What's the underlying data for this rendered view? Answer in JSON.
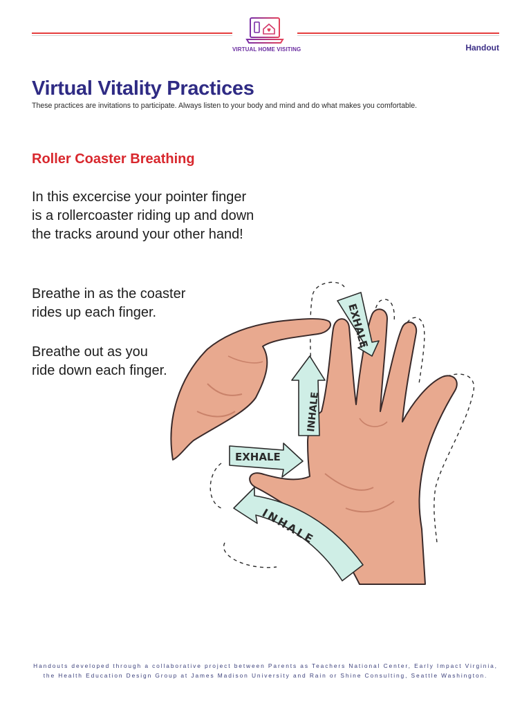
{
  "header": {
    "logo_text": "VIRTUAL HOME VISITING",
    "handout_label": "Handout"
  },
  "main": {
    "title": "Virtual Vitality Practices",
    "subtitle": "These practices are invitations to participate. Always listen to your body and mind and do what makes you comfortable.",
    "section_heading": "Roller Coaster Breathing",
    "paragraphs": [
      "In this excercise your pointer finger is a rollercoaster riding up and down the tracks around your other hand!",
      "Breathe in as the coaster rides up each finger.",
      "Breathe out as you ride down each finger."
    ]
  },
  "illustration": {
    "arrow_labels": [
      "EXHALE",
      "INHALE",
      "EXHALE",
      "INHALE"
    ],
    "colors": {
      "skin": "#e8a98f",
      "skin_shade": "#c9826a",
      "arrow_fill": "#cfeee6",
      "outline": "#3a2a2a"
    }
  },
  "footer": {
    "line1": "Handouts developed through a collaborative project between Parents as Teachers National Center, Early Impact Virginia,",
    "line2": "the Health Education Design Group at James Madison University and Rain or Shine Consulting, Seattle Washington."
  }
}
